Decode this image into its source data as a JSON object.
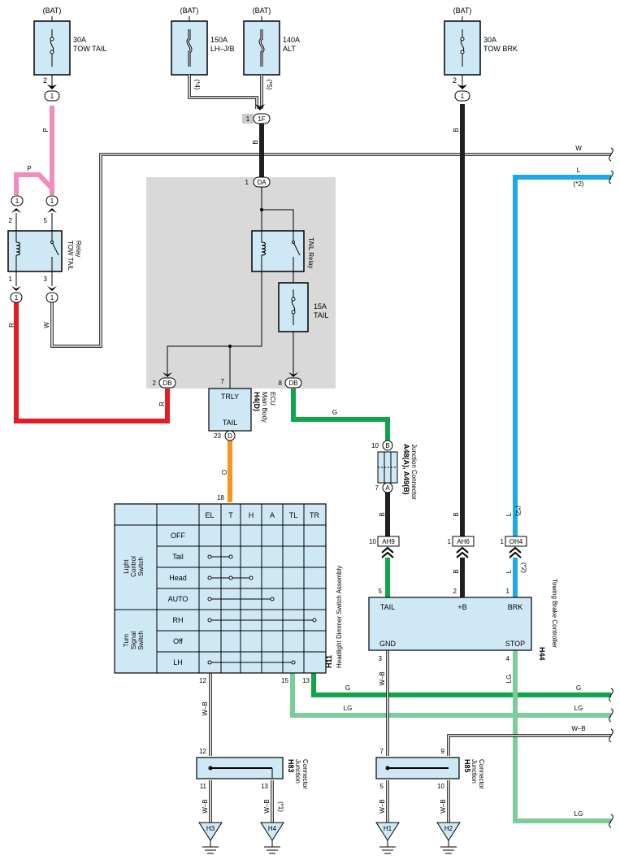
{
  "fuses": {
    "tow_tail": {
      "supply": "(BAT)",
      "amp": "30A",
      "name": "TOW TAIL",
      "pin": "2",
      "conn": "1"
    },
    "lhjb": {
      "supply": "(BAT)",
      "amp": "150A",
      "name": "LH–J/B",
      "note": "(*4)"
    },
    "alt": {
      "supply": "(BAT)",
      "amp": "140A",
      "name": "ALT",
      "note": "(*5)"
    },
    "tow_brk": {
      "supply": "(BAT)",
      "amp": "30A",
      "name": "TOW BRK",
      "pin": "2",
      "conn": "1"
    },
    "tail15": {
      "amp": "15A",
      "name": "TAIL"
    }
  },
  "relays": {
    "tow_tail": {
      "line1": "TOW TAIL",
      "line2": "Relay",
      "pins": [
        "2",
        "5",
        "1",
        "3"
      ],
      "conns": [
        "1",
        "1",
        "1",
        "1"
      ]
    },
    "tail": {
      "label": "TAIL Relay",
      "pin_in": "1",
      "conn_in": "DA",
      "pin_1f": "1",
      "conn_1f": "1F"
    }
  },
  "ecu": {
    "code": "H4(D)",
    "line1": "Main Body",
    "line2": "ECU",
    "top": "TRLY",
    "bottom": "TAIL",
    "pin_top": "7",
    "pin_bottom": "23",
    "conn_bottom": "D",
    "db_left_pin": "2",
    "db_right_pin": "8",
    "db": "DB"
  },
  "junction_a48": {
    "code": "A48(A), A49(B)",
    "desc": "Junction Connector",
    "pin_top": "10",
    "conn_top": "B",
    "pin_bottom": "7",
    "conn_bottom": "A"
  },
  "connectors": {
    "ah9": {
      "pin": "10",
      "label": "AH9"
    },
    "ah6": {
      "pin": "1",
      "label": "AH6"
    },
    "oh4": {
      "pin": "1",
      "label": "OH4"
    }
  },
  "controller": {
    "code": "H44",
    "desc": "Towing Brake Controller",
    "terms": [
      "TAIL",
      "+B",
      "BRK",
      "GND",
      "STOP"
    ],
    "pins": [
      "5",
      "2",
      "1",
      "3",
      "4"
    ]
  },
  "switch": {
    "code": "H11",
    "desc": "Headlight Dimmer Switch Assembly",
    "cols": [
      "EL",
      "T",
      "H",
      "A",
      "TL",
      "TR"
    ],
    "group1": [
      "Light",
      "Control",
      "Switch"
    ],
    "group2": [
      "Turn",
      "Signal",
      "Switch"
    ],
    "rows": [
      "OFF",
      "Tail",
      "Head",
      "AUTO",
      "RH",
      "Off",
      "LH"
    ],
    "pin_top": "18",
    "pins_bottom": [
      "12",
      "15",
      "13"
    ]
  },
  "h83": {
    "code": "H83",
    "line1": "Junction",
    "line2": "Connector",
    "pin_top": "12",
    "pins_bottom": [
      "11",
      "13"
    ]
  },
  "h85": {
    "code": "H85",
    "line1": "Junction",
    "line2": "Connector",
    "pins_top": [
      "7",
      "9"
    ],
    "pins_bottom": [
      "5",
      "10"
    ]
  },
  "grounds": [
    "H3",
    "H4",
    "H1",
    "H2"
  ],
  "wire_colors": {
    "P": "P",
    "R": "R",
    "W": "W",
    "B": "B",
    "L": "L",
    "G": "G",
    "O": "O",
    "LG": "LG",
    "WB": "W–B"
  },
  "notes": {
    "n1": "(*1)",
    "n2": "(*2)"
  },
  "colors": {
    "pink": "#f08cc0",
    "red": "#e41c24",
    "black": "#231f20",
    "blue": "#1ea9e6",
    "green": "#0fa54b",
    "orange": "#f7941d",
    "lightgreen": "#7ccb9b",
    "gray_area": "#d9d9d9",
    "box": "#cfe8f6"
  }
}
